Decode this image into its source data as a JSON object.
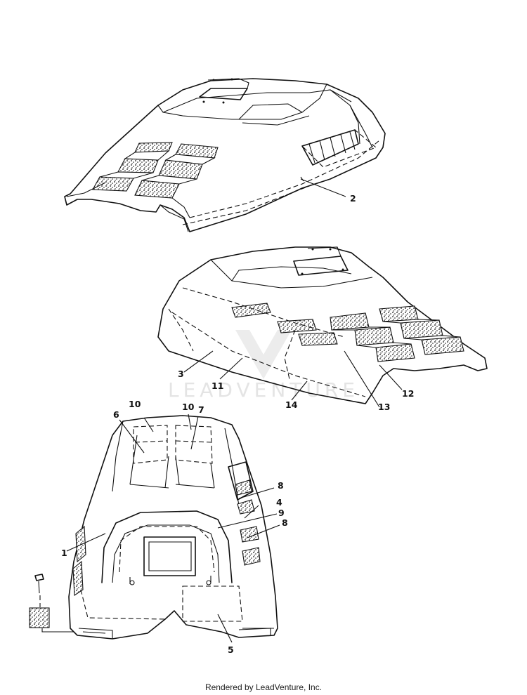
{
  "footer_text": "Rendered by LeadVenture, Inc.",
  "watermark_text": "LEADVENTURE",
  "callouts": [
    "1",
    "2",
    "3",
    "4",
    "5",
    "6",
    "7",
    "8",
    "8",
    "9",
    "10",
    "10",
    "11",
    "12",
    "13",
    "14"
  ],
  "colors": {
    "line": "#111111",
    "background": "#ffffff",
    "watermark": "#e4e4e4"
  }
}
